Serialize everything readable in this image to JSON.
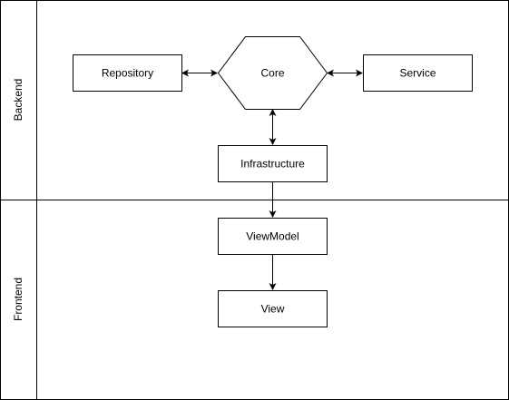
{
  "lanes": [
    {
      "id": "backend",
      "label": "Backend"
    },
    {
      "id": "frontend",
      "label": "Frontend"
    }
  ],
  "nodes": {
    "repository": "Repository",
    "core": "Core",
    "service": "Service",
    "infrastructure": "Infrastructure",
    "viewmodel": "ViewModel",
    "view": "View"
  },
  "edges": [
    {
      "from": "Repository",
      "to": "Core",
      "direction": "both"
    },
    {
      "from": "Core",
      "to": "Service",
      "direction": "both"
    },
    {
      "from": "Core",
      "to": "Infrastructure",
      "direction": "both"
    },
    {
      "from": "Infrastructure",
      "to": "ViewModel",
      "direction": "forward"
    },
    {
      "from": "ViewModel",
      "to": "View",
      "direction": "forward"
    }
  ],
  "colors": {
    "stroke": "#000000",
    "fill": "#ffffff"
  }
}
